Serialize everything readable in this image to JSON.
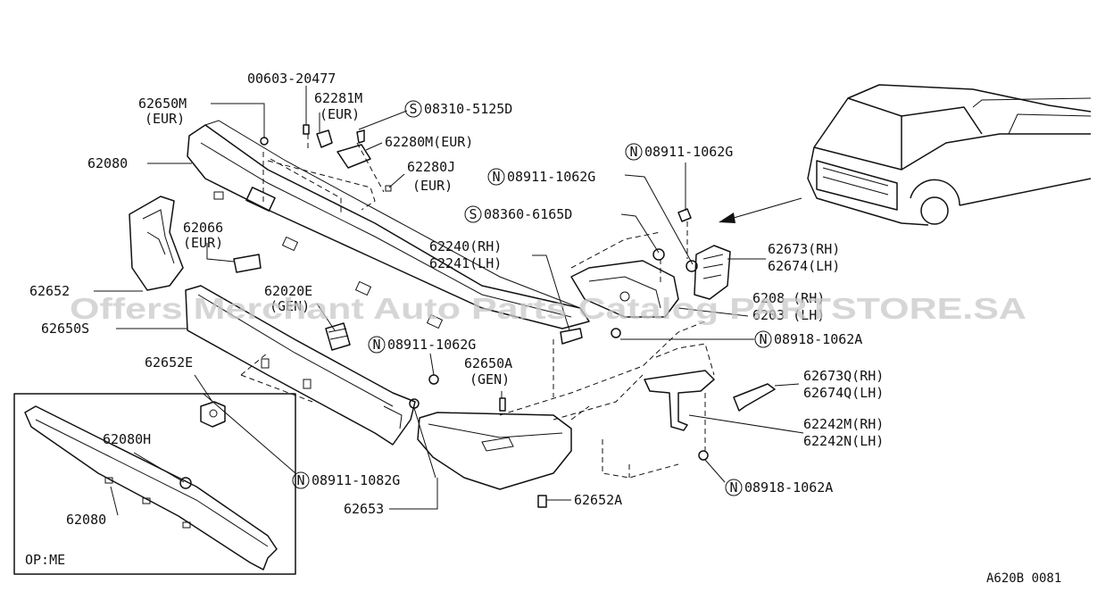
{
  "labels": {
    "l00603": "00603-20477",
    "l62650m": "62650M",
    "l62650m_eur": "(EUR)",
    "l62281m": "62281M",
    "l62281m_eur": "(EUR)",
    "l08310": "08310-5125D",
    "l62280m": "62280M(EUR)",
    "l62280j": "62280J",
    "l62280j_eur": "(EUR)",
    "l62080_top": "62080",
    "l08911_1062g_a": "08911-1062G",
    "l08911_1062g_b": "08911-1062G",
    "l08360": "08360-6165D",
    "l62066": "62066",
    "l62066_eur": "(EUR)",
    "l62240": "62240(RH)",
    "l62241": "62241(LH)",
    "l62673": "62673(RH)",
    "l62674": "62674(LH)",
    "l62652": "62652",
    "l62020e": "62020E",
    "l62020e_gen": "(GEN)",
    "l6203r": "6208 (RH)",
    "l6203l": "6203 (LH)",
    "l62650s": "62650S",
    "l08911_1062g_c": "08911-1062G",
    "l08918_1062a_a": "08918-1062A",
    "l62652e": "62652E",
    "l62650a": "62650A",
    "l62650a_gen": "(GEN)",
    "l62673q": "62673Q(RH)",
    "l62674q": "62674Q(LH)",
    "l62242m": "62242M(RH)",
    "l62242n": "62242N(LH)",
    "l62080h": "62080H",
    "l08911_1082g": "08911-1082G",
    "l08918_1062a_b": "08918-1062A",
    "l62080_inset": "62080",
    "l62653": "62653",
    "l62652a": "62652A",
    "l_opme": "OP:ME",
    "l_code": "A620B 0081"
  },
  "prefix": {
    "s": "S",
    "n": "N"
  },
  "watermark": "Offers Merchant Auto Parts Catalog PARTSTORE.SA"
}
